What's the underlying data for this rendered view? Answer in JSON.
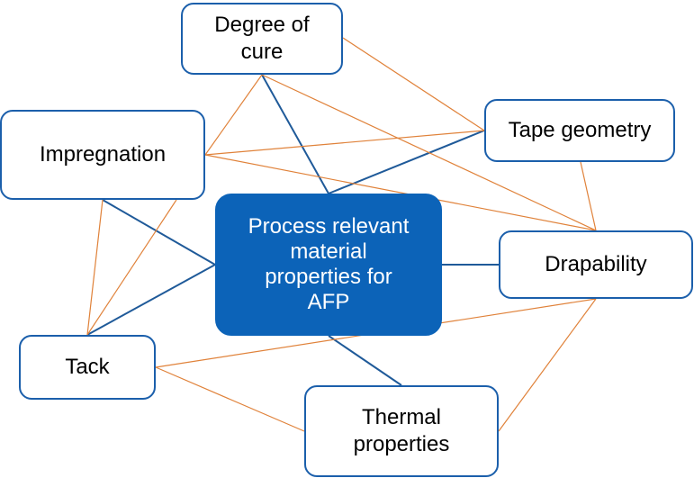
{
  "colors": {
    "primary_link": "#1f5a99",
    "secondary_link": "#e0823a",
    "node_border": "#1b5fab",
    "center_fill": "#0c63b8"
  },
  "nodes": {
    "center": "Process relevant\nmaterial\nproperties for\nAFP",
    "degree_of_cure": "Degree of\ncure",
    "tape_geometry": "Tape geometry",
    "impregnation": "Impregnation",
    "drapability": "Drapability",
    "tack": "Tack",
    "thermal_properties": "Thermal\nproperties"
  },
  "links": [
    {
      "from": "center",
      "to": "degree_of_cure",
      "kind": "primary"
    },
    {
      "from": "center",
      "to": "tape_geometry",
      "kind": "primary"
    },
    {
      "from": "center",
      "to": "impregnation",
      "kind": "primary"
    },
    {
      "from": "center",
      "to": "drapability",
      "kind": "primary"
    },
    {
      "from": "center",
      "to": "tack",
      "kind": "primary"
    },
    {
      "from": "center",
      "to": "thermal_properties",
      "kind": "primary"
    },
    {
      "from": "degree_of_cure",
      "to": "tape_geometry",
      "kind": "secondary"
    },
    {
      "from": "degree_of_cure",
      "to": "impregnation",
      "kind": "secondary"
    },
    {
      "from": "degree_of_cure",
      "to": "drapability",
      "kind": "secondary"
    },
    {
      "from": "impregnation",
      "to": "tape_geometry",
      "kind": "secondary"
    },
    {
      "from": "impregnation",
      "to": "drapability",
      "kind": "secondary"
    },
    {
      "from": "impregnation",
      "to": "tack",
      "kind": "secondary"
    },
    {
      "from": "tape_geometry",
      "to": "drapability",
      "kind": "secondary"
    },
    {
      "from": "drapability",
      "to": "tack",
      "kind": "secondary"
    },
    {
      "from": "drapability",
      "to": "thermal_properties",
      "kind": "secondary"
    },
    {
      "from": "tack",
      "to": "thermal_properties",
      "kind": "secondary"
    }
  ]
}
